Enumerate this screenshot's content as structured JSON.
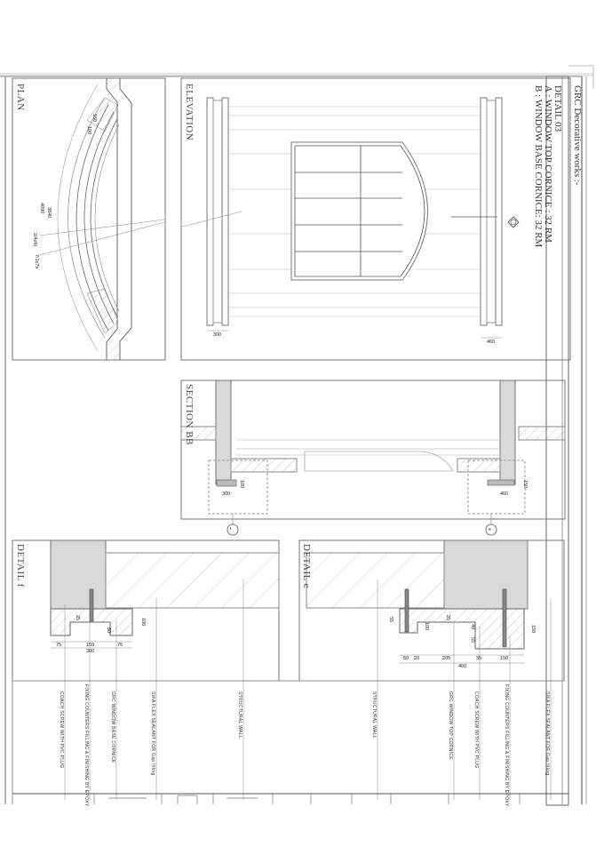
{
  "sheet": {
    "title_block": {
      "heading": "GRC Decorative works :-",
      "detail_no": "DETAIL 03",
      "line_a": "A : WINDOW  TOP CORNICE : 32 RM",
      "line_b": "B : WINDOW  BASE CORNICE: 32 RM"
    },
    "views": {
      "plan": {
        "label": "PLAN",
        "dims": [
          "150",
          "100",
          "4090",
          "3840",
          "2/4c6t",
          "7/1c7s"
        ]
      },
      "elevation": {
        "label": "ELEVATION",
        "dims": [
          "300",
          "460"
        ]
      },
      "section": {
        "label": "SECTION BB",
        "dims": [
          "300",
          "100",
          "460",
          "150"
        ],
        "callouts": [
          "f",
          "e"
        ]
      },
      "detail_f": {
        "label": "DETAIL f",
        "dims": [
          "75",
          "150",
          "75",
          "300",
          "25",
          "50",
          "100"
        ],
        "notes": [
          "COACH SCREW WITH PVC PLUG",
          "FIXING COUNTERS FILLING & FINISHING BY EPOXY",
          "GRC WINDOW BASE CORNICE",
          "SIKA FLEX SEALANT FOR Gap filling",
          "STRUCTURAL WALL"
        ]
      },
      "detail_e": {
        "label": "DETAIL e",
        "dims": [
          "50",
          "20",
          "205",
          "35",
          "150",
          "460",
          "55",
          "100",
          "25",
          "40",
          "55",
          "150"
        ],
        "notes": [
          "STRUCTURAL WALL",
          "GRC WINDOW TOP CORNICE",
          "COACH SCREW WITH PVC PLUG",
          "FIXING COUNTERS FILLING & FINISHING BY EPOXY",
          "SIKA FLEX SEALANT FOR Gap filling"
        ]
      }
    },
    "colors": {
      "line": "#555555",
      "light_line": "#9a9a9a",
      "wall_fill": "#d9d9d9",
      "border": "#444444"
    }
  }
}
